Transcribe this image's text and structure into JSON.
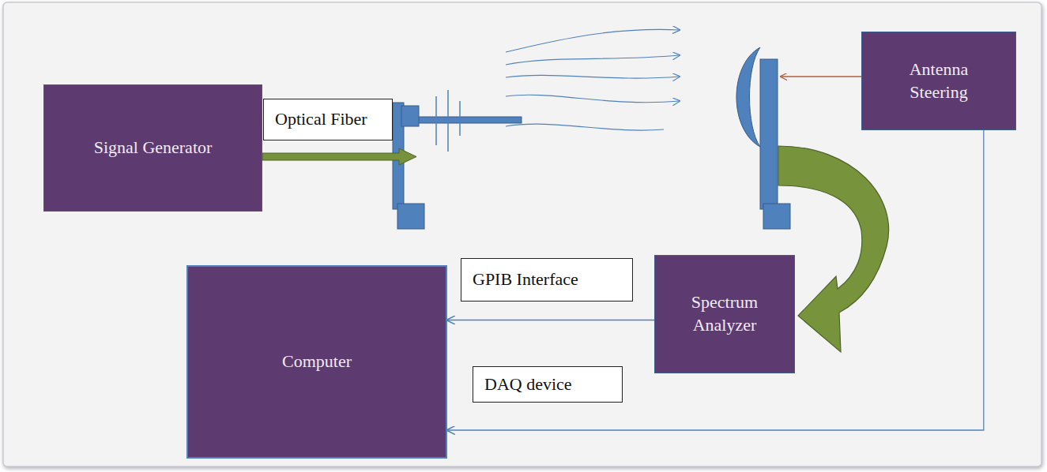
{
  "diagram": {
    "nodes": [
      {
        "text": [
          "Signal Generator"
        ]
      },
      {
        "text": [
          "Antenna Steering"
        ]
      },
      {
        "text": [
          "Spectrum Analyzer"
        ]
      },
      {
        "text": [
          "Computer"
        ]
      }
    ],
    "edges": [
      {
        "from": 2,
        "to": 3,
        "label": "GPIB Interface",
        "arrow": "to"
      },
      {
        "from": 1,
        "to": 3,
        "label": "DAQ device",
        "arrow": "to"
      }
    ],
    "labels": [
      "Optical Fiber"
    ]
  }
}
